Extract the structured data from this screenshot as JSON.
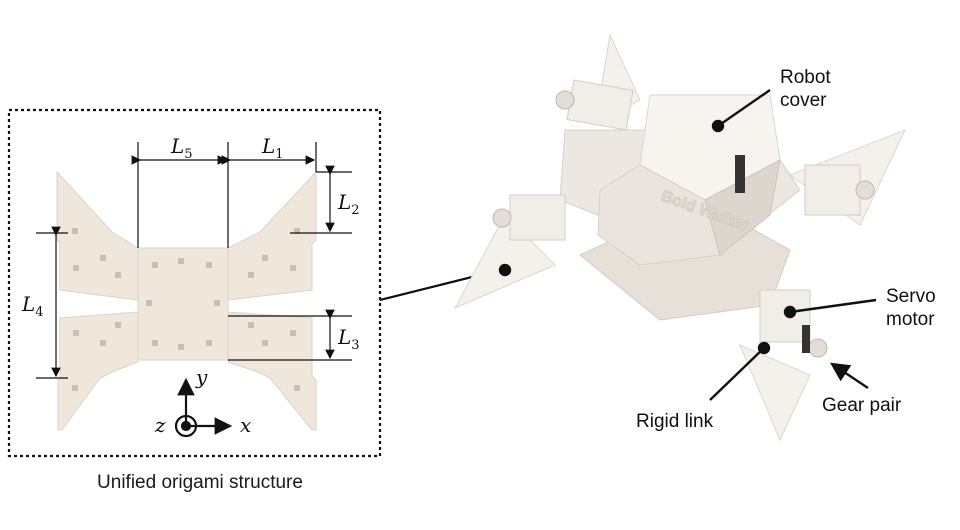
{
  "figure": {
    "caption": "Unified origami structure",
    "dimensions": {
      "L1": {
        "symbol": "L",
        "sub": "1"
      },
      "L2": {
        "symbol": "L",
        "sub": "2"
      },
      "L3": {
        "symbol": "L",
        "sub": "3"
      },
      "L4": {
        "symbol": "L",
        "sub": "4"
      },
      "L5": {
        "symbol": "L",
        "sub": "5"
      }
    },
    "axes": {
      "x": "x",
      "y": "y",
      "z": "z"
    },
    "callouts": {
      "robot_cover": [
        "Robot",
        "cover"
      ],
      "servo_motor": [
        "Servo",
        "motor"
      ],
      "gear_pair": "Gear pair",
      "rigid_link": "Rigid link"
    },
    "cover_engraving": "Bold Walker",
    "colors": {
      "panel": "#efe7dc",
      "panel_edge": "#d9cfc2",
      "robot": "#f3efe9",
      "robot_shade": "#d8d2ca",
      "ink": "#111111"
    }
  }
}
